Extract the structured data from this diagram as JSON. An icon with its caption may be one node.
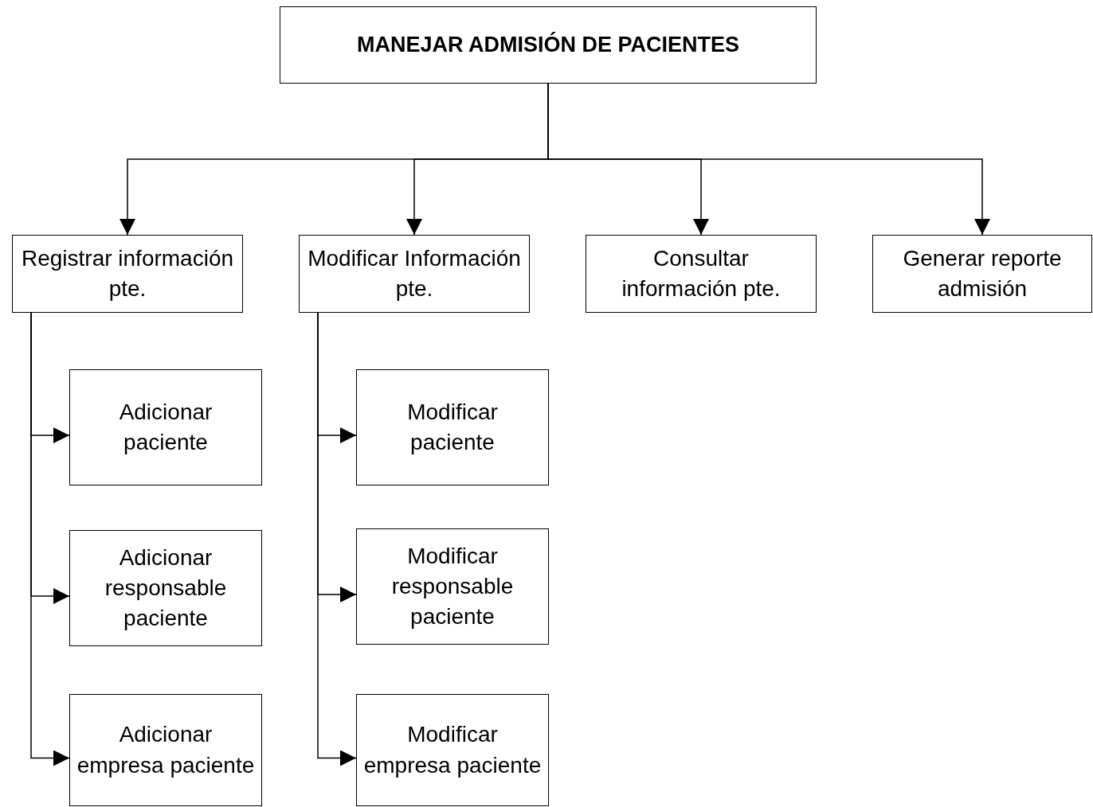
{
  "diagram": {
    "nodes": [
      {
        "text": [
          "MANEJAR ADMISIÓN DE PACIENTES"
        ]
      },
      {
        "text": [
          "Registrar información pte."
        ]
      },
      {
        "text": [
          "Modificar Información pte."
        ]
      },
      {
        "text": [
          "Consultar información pte."
        ]
      },
      {
        "text": [
          "Generar reporte admisión"
        ]
      },
      {
        "text": [
          "Adicionar paciente"
        ]
      },
      {
        "text": [
          "Modificar paciente"
        ]
      },
      {
        "text": [
          "Adicionar responsable paciente"
        ]
      },
      {
        "text": [
          "Modificar responsable paciente"
        ]
      },
      {
        "text": [
          "Adicionar empresa paciente"
        ]
      },
      {
        "text": [
          "Modificar empresa paciente"
        ]
      }
    ],
    "edges": [
      {
        "from": 0,
        "to": 1,
        "arrow": "to"
      },
      {
        "from": 0,
        "to": 2,
        "arrow": "to"
      },
      {
        "from": 0,
        "to": 3,
        "arrow": "to"
      },
      {
        "from": 0,
        "to": 4,
        "arrow": "to"
      },
      {
        "from": 1,
        "to": 5,
        "arrow": "to"
      },
      {
        "from": 1,
        "to": 7,
        "arrow": "to"
      },
      {
        "from": 1,
        "to": 9,
        "arrow": "to"
      },
      {
        "from": 2,
        "to": 6,
        "arrow": "to"
      },
      {
        "from": 2,
        "to": 8,
        "arrow": "to"
      },
      {
        "from": 2,
        "to": 10,
        "arrow": "to"
      }
    ]
  }
}
